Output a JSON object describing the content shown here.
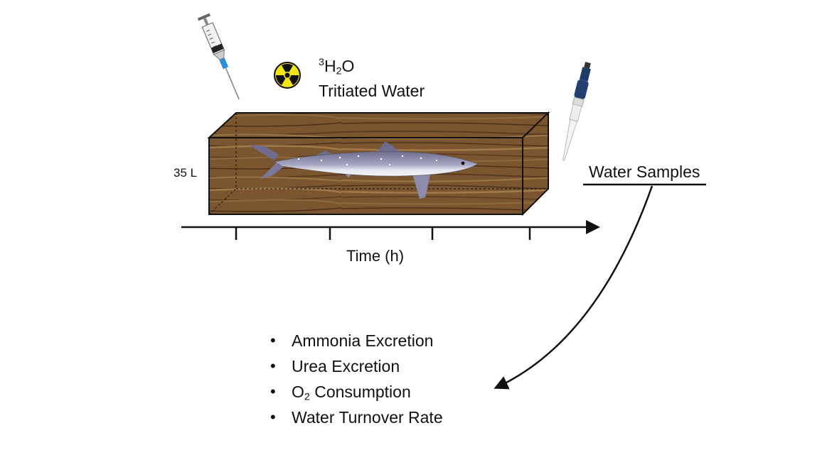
{
  "isotope": {
    "mass_number": "3",
    "formula_h": "H",
    "formula_sub": "2",
    "formula_o": "O",
    "name": "Tritiated Water"
  },
  "tank": {
    "volume_label": "35 L"
  },
  "time_axis": {
    "label": "Time (h)"
  },
  "samples": {
    "label": "Water Samples"
  },
  "measurements": [
    {
      "text": "Ammonia Excretion"
    },
    {
      "text": "Urea Excretion"
    },
    {
      "prefix": "O",
      "sub": "2",
      "text": " Consumption"
    },
    {
      "text": "Water Turnover Rate"
    }
  ],
  "icons": [
    "syringe-icon",
    "radiation-icon",
    "pipette-icon",
    "shark-illustration"
  ]
}
